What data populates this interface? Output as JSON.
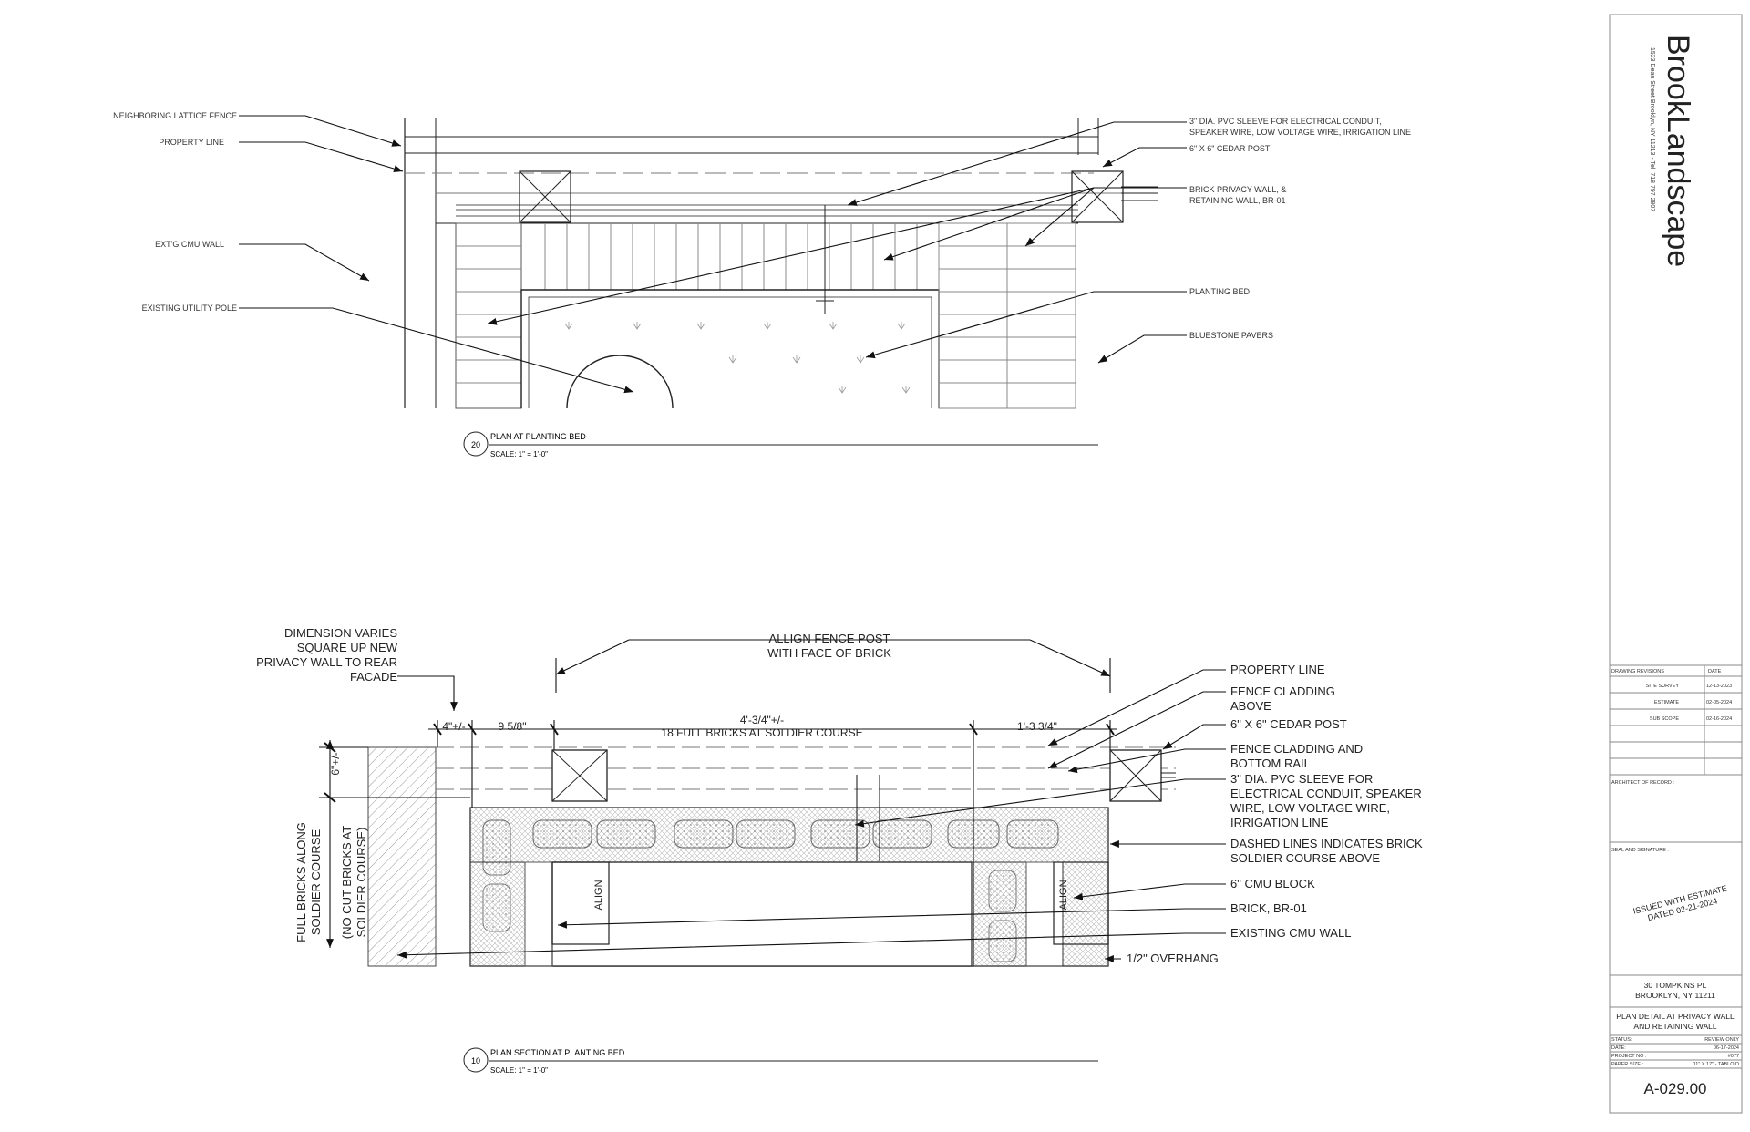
{
  "top_plan": {
    "labels_left": [
      "NEIGHBORING LATTICE FENCE",
      "PROPERTY LINE",
      "EXT'G CMU WALL",
      "EXISTING UTILITY POLE"
    ],
    "labels_right": [
      [
        "3\" DIA. PVC SLEEVE FOR ELECTRICAL CONDUIT,",
        "SPEAKER WIRE, LOW VOLTAGE WIRE, IRRIGATION LINE"
      ],
      [
        "6\" X 6\" CEDAR POST"
      ],
      [
        "BRICK PRIVACY WALL, &",
        "RETAINING WALL, BR-01"
      ],
      [
        "PLANTING BED"
      ],
      [
        "BLUESTONE PAVERS"
      ]
    ],
    "tag_number": "20",
    "title": "PLAN AT PLANTING BED",
    "scale": "SCALE: 1\" = 1'-0\""
  },
  "bottom_plan": {
    "note_left": [
      "DIMENSION VARIES",
      "SQUARE UP NEW",
      "PRIVACY WALL TO REAR",
      "FACADE"
    ],
    "note_top": [
      "ALLIGN FENCE POST",
      "WITH FACE OF BRICK"
    ],
    "dims": {
      "d1": "4\"+/-",
      "d2": "9 5/8\"",
      "d3a": "4'-3/4\"+/-",
      "d3b": "18 FULL BRICKS AT SOLDIER COURSE",
      "d4": "1'-3 3/4\"",
      "d5": "6\"+/-"
    },
    "vertical_note_1": [
      "FULL BRICKS ALONG",
      "SOLDIER COURSE"
    ],
    "vertical_note_2": [
      "(NO CUT BRICKS AT",
      "SOLDIER COURSE)"
    ],
    "align_label": "ALIGN",
    "labels_right": [
      [
        "PROPERTY LINE"
      ],
      [
        "FENCE CLADDING",
        "ABOVE"
      ],
      [
        "6\" X 6\" CEDAR POST"
      ],
      [
        "FENCE CLADDING AND",
        "BOTTOM RAIL"
      ],
      [
        "3\" DIA. PVC SLEEVE FOR",
        "ELECTRICAL CONDUIT, SPEAKER",
        "WIRE, LOW VOLTAGE WIRE,",
        "IRRIGATION LINE"
      ],
      [
        "DASHED LINES INDICATES BRICK",
        "SOLDIER COURSE ABOVE"
      ],
      [
        "6\" CMU BLOCK"
      ],
      [
        "BRICK, BR-01"
      ],
      [
        "EXISTING CMU WALL"
      ],
      [
        "1/2\" OVERHANG"
      ]
    ],
    "tag_number": "10",
    "title": "PLAN SECTION AT PLANTING BED",
    "scale": "SCALE: 1\" = 1'-0\""
  },
  "title_block": {
    "company": "BrookLandscape",
    "address": "1523 Dean Street Brooklyn, NY 11213 - Tel. 718 797 2807",
    "revisions_header": [
      "DRAWING REVISIONS",
      "DATE"
    ],
    "revisions": [
      [
        "SITE SURVEY",
        "12-13-2023"
      ],
      [
        "ESTIMATE",
        "02-05-2024"
      ],
      [
        "SUB SCOPE",
        "02-16-2024"
      ]
    ],
    "architect_label": "ARCHITECT OF RECORD :",
    "seal_label": "SEAL AND SIGNATURE :",
    "stamp": [
      "ISSUED WITH ESTIMATE",
      "DATED 02-21-2024"
    ],
    "project_address": [
      "30 TOMPKINS PL",
      "BROOKLYN, NY 11211"
    ],
    "sheet_title": [
      "PLAN DETAIL AT PRIVACY WALL",
      "AND RETAINING WALL"
    ],
    "info": [
      [
        "STATUS:",
        "REVIEW ONLY"
      ],
      [
        "DATE:",
        "06-17-2024"
      ],
      [
        "PROJECT NO :",
        "#077"
      ],
      [
        "PAPER SIZE :",
        "11\" X 17\" - TABLOID"
      ]
    ],
    "sheet_number": "A-029.00"
  }
}
